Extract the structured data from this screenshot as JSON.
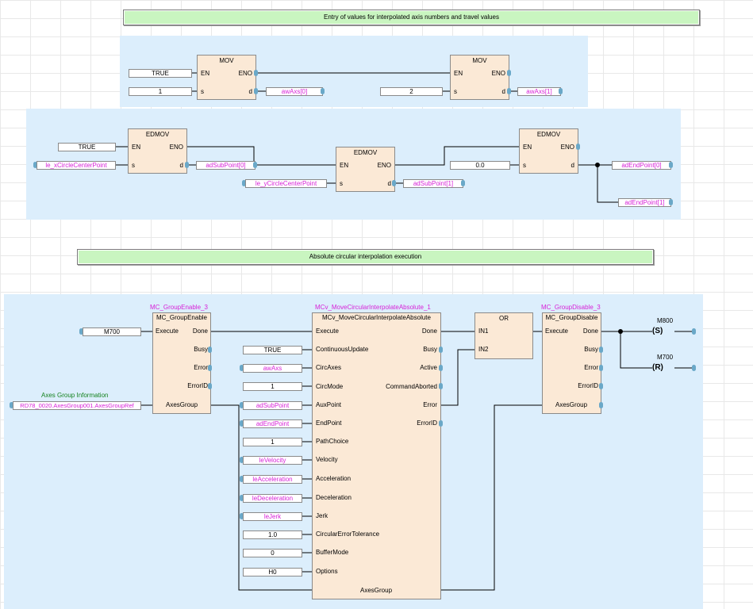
{
  "banners": {
    "top": "Entry of values for interpolated axis numbers and travel values",
    "middle": "Absolute circular interpolation execution"
  },
  "rung1": {
    "mov1": {
      "title": "MOV",
      "en": "EN",
      "eno": "ENO",
      "s": "s",
      "d": "d",
      "en_in": "TRUE",
      "s_in": "1",
      "d_out": "awAxs[0]"
    },
    "mov2": {
      "title": "MOV",
      "en": "EN",
      "eno": "ENO",
      "s": "s",
      "d": "d",
      "s_in": "2",
      "d_out": "awAxs[1]"
    }
  },
  "rung2": {
    "edmov1": {
      "title": "EDMOV",
      "en": "EN",
      "eno": "ENO",
      "s": "s",
      "d": "d",
      "en_in": "TRUE",
      "s_in": "le_xCircleCenterPoint",
      "d_out": "adSubPoint[0]"
    },
    "edmov2": {
      "title": "EDMOV",
      "en": "EN",
      "eno": "ENO",
      "s": "s",
      "d": "d",
      "s_in": "le_yCircleCenterPoint",
      "d_out": "adSubPoint[1]"
    },
    "edmov3": {
      "title": "EDMOV",
      "en": "EN",
      "eno": "ENO",
      "s": "s",
      "d": "d",
      "s_in": "0.0",
      "d_out1": "adEndPoint[0]",
      "d_out2": "adEndPoint[1]"
    }
  },
  "rung3": {
    "enable": {
      "instance": "MC_GroupEnable_3",
      "type": "MC_GroupEnable",
      "execute": "Execute",
      "done": "Done",
      "busy": "Busy",
      "error": "Error",
      "errorid": "ErrorID",
      "axesgroup": "AxesGroup",
      "execute_in": "M700",
      "axes_caption": "Axes Group Information",
      "axes_in": "RD78_0020.AxesGroup001.AxesGroupRef"
    },
    "circ": {
      "instance": "MCv_MoveCircularInterpolateAbsolute_1",
      "type": "MCv_MoveCircularInterpolateAbsolute",
      "inputs": [
        "Execute",
        "ContinuousUpdate",
        "CircAxes",
        "CircMode",
        "AuxPoint",
        "EndPoint",
        "PathChoice",
        "Velocity",
        "Acceleration",
        "Deceleration",
        "Jerk",
        "CircularErrorTolerance",
        "BufferMode",
        "Options"
      ],
      "outputs": [
        "Done",
        "Busy",
        "Active",
        "CommandAborted",
        "Error",
        "ErrorID"
      ],
      "bottom": "AxesGroup",
      "in_values": [
        "TRUE",
        "awAxs",
        "1",
        "adSubPoint",
        "adEndPoint",
        "1",
        "leVelocity",
        "leAcceleration",
        "leDeceleration",
        "leJerk",
        "1.0",
        "0",
        "H0"
      ]
    },
    "or": {
      "title": "OR",
      "in1": "IN1",
      "in2": "IN2"
    },
    "disable": {
      "instance": "MC_GroupDisable_3",
      "type": "MC_GroupDisable",
      "execute": "Execute",
      "done": "Done",
      "busy": "Busy",
      "error": "Error",
      "errorid": "ErrorID",
      "axesgroup": "AxesGroup"
    },
    "coils": {
      "set_dev": "M800",
      "set_sym": "(S)",
      "reset_dev": "M700",
      "reset_sym": "(R)"
    }
  }
}
